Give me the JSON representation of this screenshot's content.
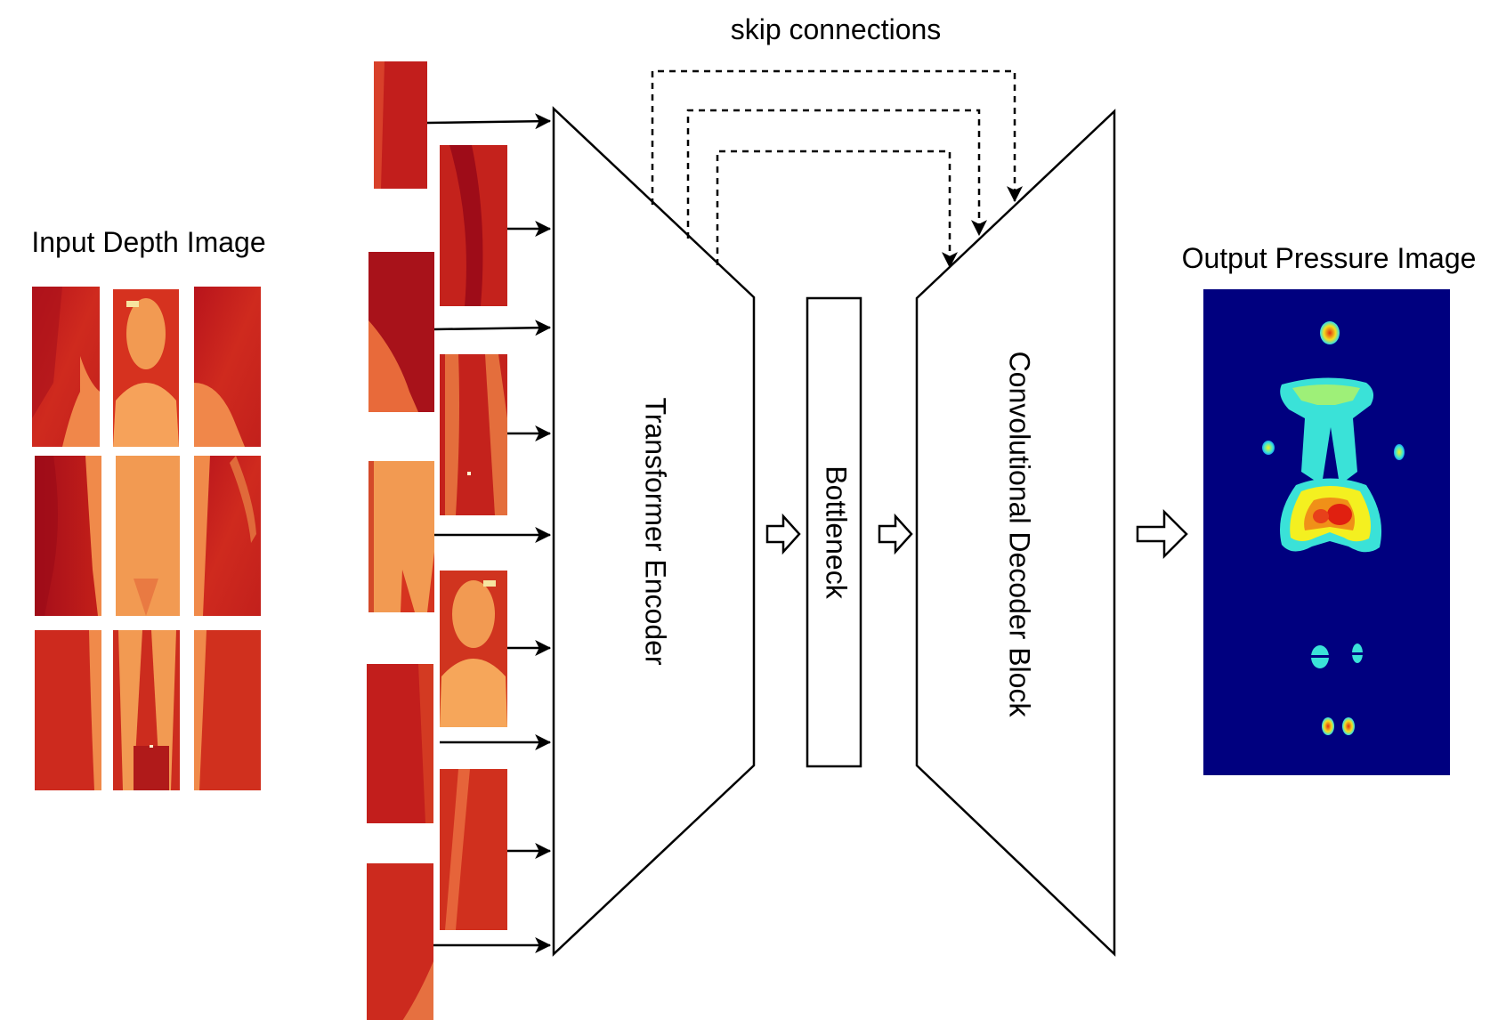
{
  "title_input": "Input Depth Image",
  "title_output": "Output Pressure Image",
  "skip_label": "skip connections",
  "encoder_label": "Transformer Encoder",
  "bottleneck_label": "Bottleneck",
  "decoder_label": "Convolutional Decoder Block",
  "colors": {
    "depth_dark": "#a8101a",
    "depth_mid": "#d22a1c",
    "depth_body": "#f29a52",
    "depth_head": "#f6c070",
    "pressure_bg": "#00007f",
    "pressure_cyan": "#2ee0ee",
    "pressure_yellow": "#f4f020",
    "pressure_red": "#e02010",
    "line": "#000000"
  },
  "icons": {
    "flow_arrow": "hollow-right-arrow-icon",
    "patch_arrow": "solid-right-arrow-icon",
    "skip_arrow": "dashed-down-arrow-icon"
  }
}
